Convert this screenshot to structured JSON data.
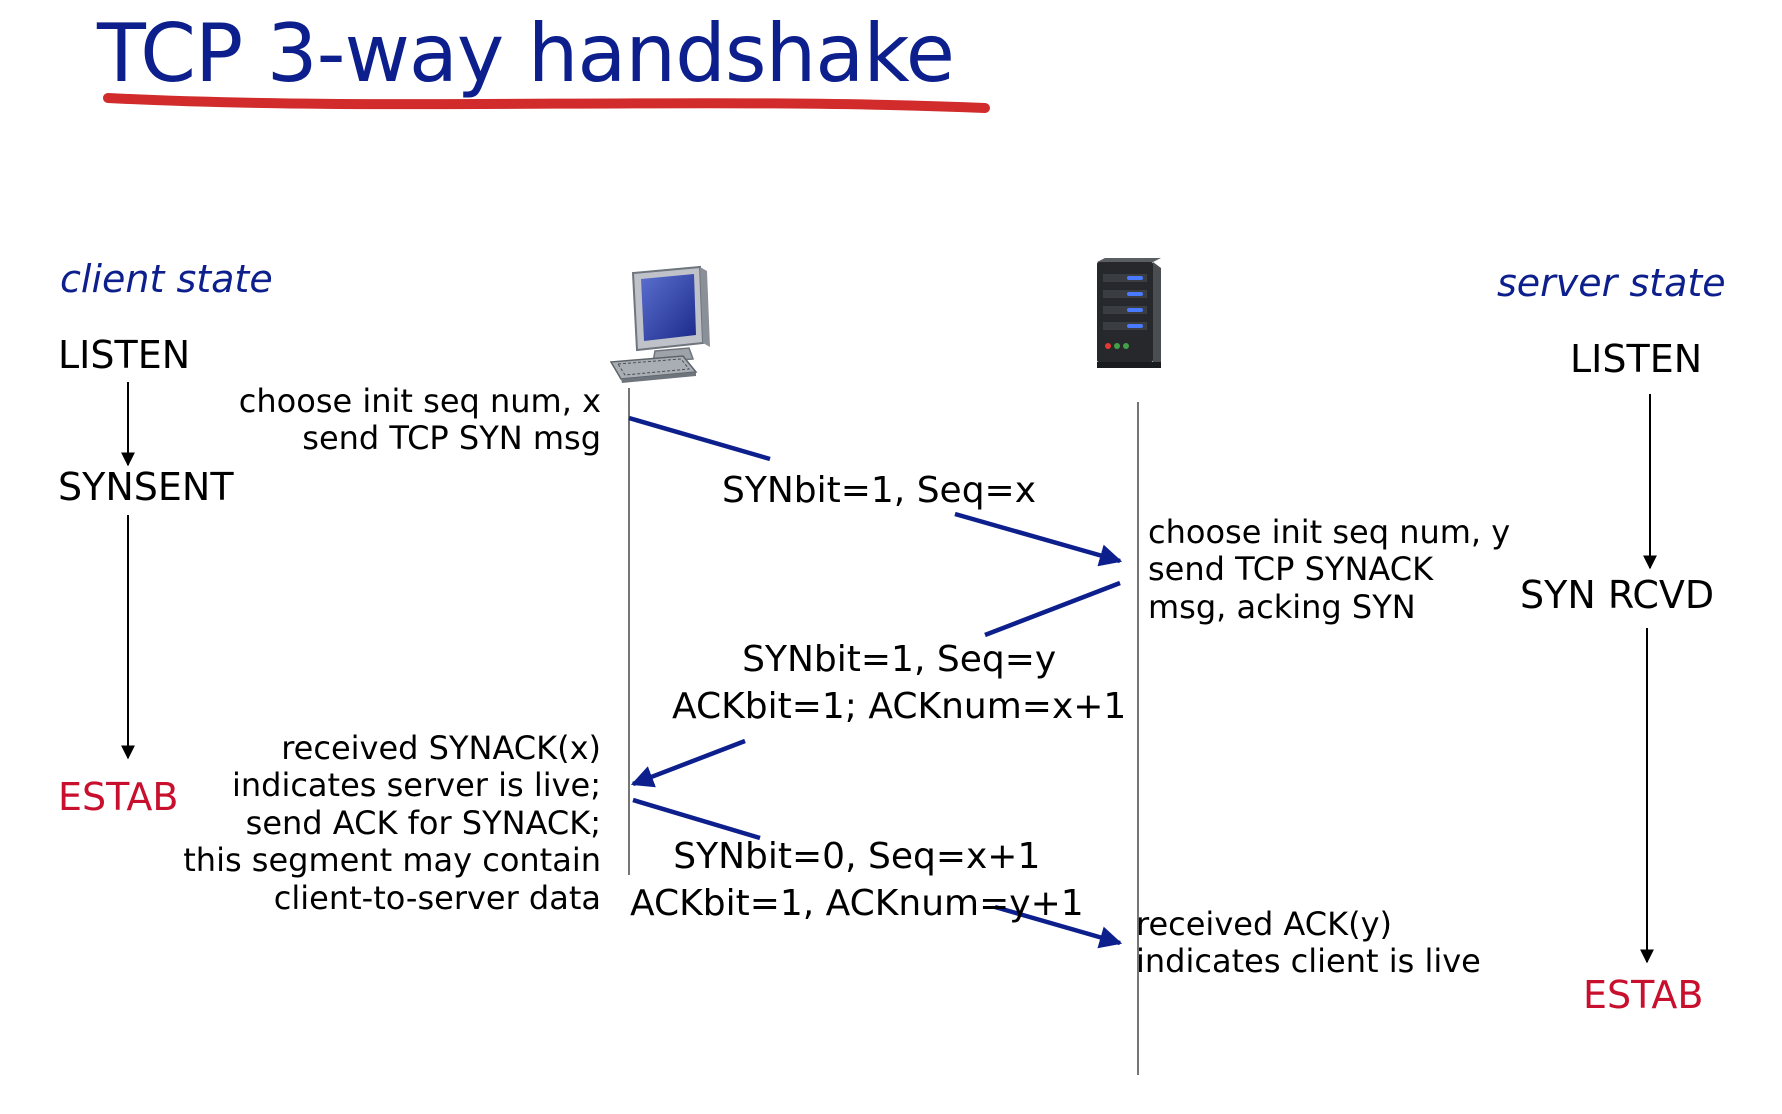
{
  "title": "TCP 3-way handshake",
  "client": {
    "header": "client state",
    "states": [
      "LISTEN",
      "SYNSENT",
      "ESTAB"
    ],
    "notes": {
      "syn": [
        "choose init seq num, x",
        "send TCP SYN msg"
      ],
      "synack_recv": [
        "received SYNACK(x)",
        "indicates server is live;",
        "send ACK for SYNACK;",
        "this segment may contain",
        "client-to-server data"
      ]
    }
  },
  "server": {
    "header": "server state",
    "states": [
      "LISTEN",
      "SYN RCVD",
      "ESTAB"
    ],
    "notes": {
      "synack": [
        "choose init seq num, y",
        "send TCP SYNACK",
        "msg, acking SYN"
      ],
      "ack_recv": [
        "received ACK(y)",
        "indicates client is live"
      ]
    }
  },
  "messages": {
    "syn": [
      "SYNbit=1, Seq=x"
    ],
    "synack": [
      "SYNbit=1, Seq=y",
      "ACKbit=1; ACKnum=x+1"
    ],
    "ack": [
      "SYNbit=0, Seq=x+1",
      "ACKbit=1, ACKnum=y+1"
    ]
  },
  "colors": {
    "title": "#0d1f8c",
    "underline": "#d22b2b",
    "arrow": "#0d1f8c",
    "estab": "#c8102e"
  },
  "icons": [
    "desktop-computer-icon",
    "server-tower-icon"
  ]
}
